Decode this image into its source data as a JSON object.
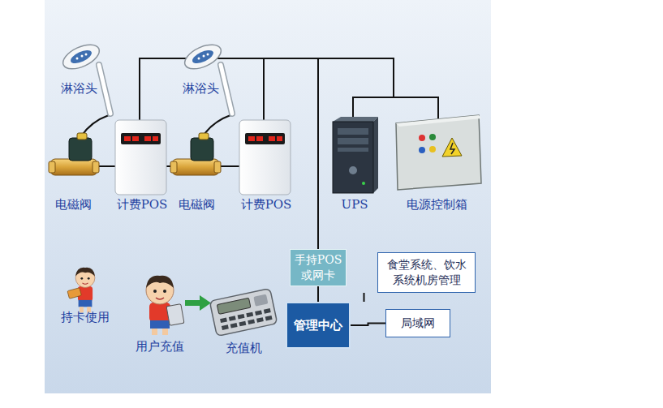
{
  "diagram": {
    "nodes": [
      {
        "text": [
          "手持POS或网卡"
        ]
      },
      {
        "text": [
          "管理中心"
        ]
      },
      {
        "text": [
          "食堂系统、饮水系统机房管理"
        ]
      },
      {
        "text": [
          "局域网"
        ]
      }
    ],
    "edges": [
      {
        "from": 0,
        "to": 1,
        "arrow": "none"
      },
      {
        "from": 1,
        "to": 2,
        "arrow": "none"
      },
      {
        "from": 1,
        "to": 3,
        "arrow": "none"
      }
    ],
    "labels": [
      "淋浴头",
      "淋浴头",
      "电磁阀",
      "计费POS",
      "电磁阀",
      "计费POS",
      "UPS",
      "电源控制箱",
      "持卡使用",
      "用户充值",
      "充值机"
    ]
  }
}
